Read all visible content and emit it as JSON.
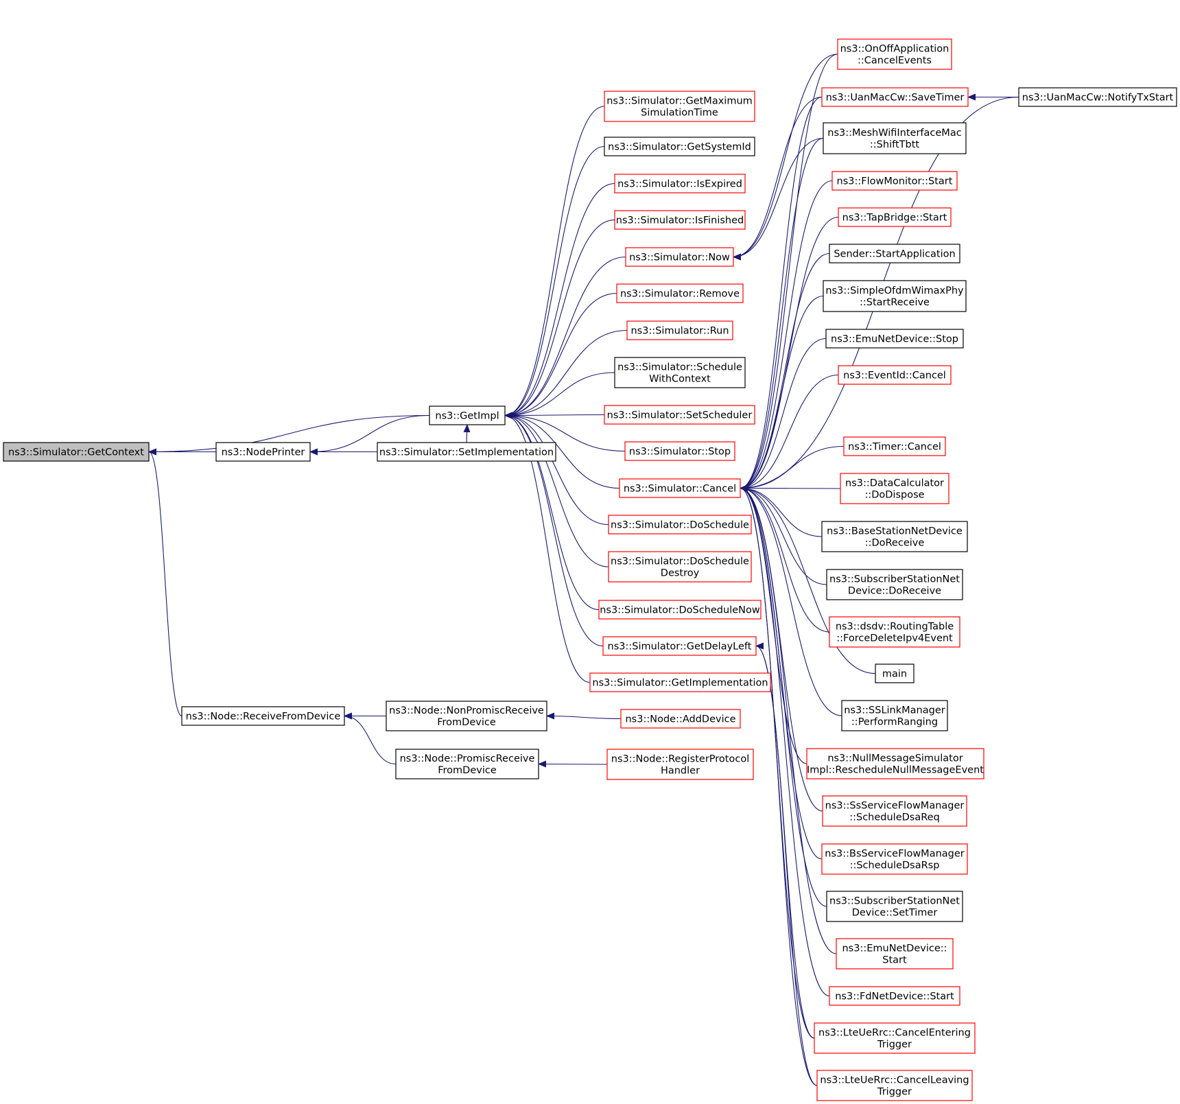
{
  "colors": {
    "edge": "#191970",
    "root_fill": "#bfbfbf",
    "node_fill": "#ffffff",
    "border_black": "#000000",
    "border_red": "#ff0000"
  },
  "nodes": {
    "getcontext": {
      "lines": [
        "ns3::Simulator::GetContext"
      ],
      "border": "black",
      "root": true
    },
    "getimpl": {
      "lines": [
        "ns3::GetImpl"
      ],
      "border": "black"
    },
    "nodeprinter": {
      "lines": [
        "ns3::NodePrinter"
      ],
      "border": "black"
    },
    "receivefromdevice": {
      "lines": [
        "ns3::Node::ReceiveFromDevice"
      ],
      "border": "black"
    },
    "setimplementation": {
      "lines": [
        "ns3::Simulator::SetImplementation"
      ],
      "border": "black"
    },
    "nonpromiscreceive": {
      "lines": [
        "ns3::Node::NonPromiscReceive",
        "FromDevice"
      ],
      "border": "black"
    },
    "promiscreceive": {
      "lines": [
        "ns3::Node::PromiscReceive",
        "FromDevice"
      ],
      "border": "black"
    },
    "getmaximum": {
      "lines": [
        "ns3::Simulator::GetMaximum",
        "SimulationTime"
      ],
      "border": "red"
    },
    "getsystemid": {
      "lines": [
        "ns3::Simulator::GetSystemId"
      ],
      "border": "black"
    },
    "isexpired": {
      "lines": [
        "ns3::Simulator::IsExpired"
      ],
      "border": "red"
    },
    "isfinished": {
      "lines": [
        "ns3::Simulator::IsFinished"
      ],
      "border": "red"
    },
    "now": {
      "lines": [
        "ns3::Simulator::Now"
      ],
      "border": "red"
    },
    "remove": {
      "lines": [
        "ns3::Simulator::Remove"
      ],
      "border": "red"
    },
    "run": {
      "lines": [
        "ns3::Simulator::Run"
      ],
      "border": "red"
    },
    "schedulewithcontext": {
      "lines": [
        "ns3::Simulator::Schedule",
        "WithContext"
      ],
      "border": "black"
    },
    "setscheduler": {
      "lines": [
        "ns3::Simulator::SetScheduler"
      ],
      "border": "red"
    },
    "stop": {
      "lines": [
        "ns3::Simulator::Stop"
      ],
      "border": "red"
    },
    "cancel": {
      "lines": [
        "ns3::Simulator::Cancel"
      ],
      "border": "red"
    },
    "doschedule": {
      "lines": [
        "ns3::Simulator::DoSchedule"
      ],
      "border": "red"
    },
    "doscheduledestroy": {
      "lines": [
        "ns3::Simulator::DoSchedule",
        "Destroy"
      ],
      "border": "red"
    },
    "doschedulenow": {
      "lines": [
        "ns3::Simulator::DoScheduleNow"
      ],
      "border": "red"
    },
    "getdelayleft": {
      "lines": [
        "ns3::Simulator::GetDelayLeft"
      ],
      "border": "red"
    },
    "getimplementation": {
      "lines": [
        "ns3::Simulator::GetImplementation"
      ],
      "border": "red"
    },
    "adddevice": {
      "lines": [
        "ns3::Node::AddDevice"
      ],
      "border": "red"
    },
    "registerprotocol": {
      "lines": [
        "ns3::Node::RegisterProtocol",
        "Handler"
      ],
      "border": "red"
    },
    "onoff": {
      "lines": [
        "ns3::OnOffApplication",
        "::CancelEvents"
      ],
      "border": "red"
    },
    "savetimer": {
      "lines": [
        "ns3::UanMacCw::SaveTimer"
      ],
      "border": "red"
    },
    "notifytxstart": {
      "lines": [
        "ns3::UanMacCw::NotifyTxStart"
      ],
      "border": "black"
    },
    "shifttbtt": {
      "lines": [
        "ns3::MeshWifiInterfaceMac",
        "::ShiftTbtt"
      ],
      "border": "black"
    },
    "flowmonitor": {
      "lines": [
        "ns3::FlowMonitor::Start"
      ],
      "border": "red"
    },
    "tapbridge": {
      "lines": [
        "ns3::TapBridge::Start"
      ],
      "border": "red"
    },
    "sender": {
      "lines": [
        "Sender::StartApplication"
      ],
      "border": "black"
    },
    "simpleofdm": {
      "lines": [
        "ns3::SimpleOfdmWimaxPhy",
        "::StartReceive"
      ],
      "border": "black"
    },
    "emustop": {
      "lines": [
        "ns3::EmuNetDevice::Stop"
      ],
      "border": "black"
    },
    "eventid": {
      "lines": [
        "ns3::EventId::Cancel"
      ],
      "border": "red"
    },
    "timer": {
      "lines": [
        "ns3::Timer::Cancel"
      ],
      "border": "red"
    },
    "datacalc": {
      "lines": [
        "ns3::DataCalculator",
        "::DoDispose"
      ],
      "border": "red"
    },
    "basestation": {
      "lines": [
        "ns3::BaseStationNetDevice",
        "::DoReceive"
      ],
      "border": "black"
    },
    "subscriberrecv": {
      "lines": [
        "ns3::SubscriberStationNet",
        "Device::DoReceive"
      ],
      "border": "black"
    },
    "dsdv": {
      "lines": [
        "ns3::dsdv::RoutingTable",
        "::ForceDeleteIpv4Event"
      ],
      "border": "red"
    },
    "main": {
      "lines": [
        "main"
      ],
      "border": "black"
    },
    "sslink": {
      "lines": [
        "ns3::SSLinkManager",
        "::PerformRanging"
      ],
      "border": "black"
    },
    "nullmsg": {
      "lines": [
        "ns3::NullMessageSimulator",
        "Impl::RescheduleNullMessageEvent"
      ],
      "border": "red"
    },
    "ssservice": {
      "lines": [
        "ns3::SsServiceFlowManager",
        "::ScheduleDsaReq"
      ],
      "border": "red"
    },
    "bsservice": {
      "lines": [
        "ns3::BsServiceFlowManager",
        "::ScheduleDsaRsp"
      ],
      "border": "red"
    },
    "subscribertimer": {
      "lines": [
        "ns3::SubscriberStationNet",
        "Device::SetTimer"
      ],
      "border": "black"
    },
    "emustart": {
      "lines": [
        "ns3::EmuNetDevice::",
        "Start"
      ],
      "border": "red"
    },
    "fdstart": {
      "lines": [
        "ns3::FdNetDevice::Start"
      ],
      "border": "red"
    },
    "lteentering": {
      "lines": [
        "ns3::LteUeRrc::CancelEntering",
        "Trigger"
      ],
      "border": "red"
    },
    "lteleaving": {
      "lines": [
        "ns3::LteUeRrc::CancelLeaving",
        "Trigger"
      ],
      "border": "red"
    }
  },
  "edges": [
    [
      "getcontext",
      "getimpl"
    ],
    [
      "getcontext",
      "nodeprinter"
    ],
    [
      "getcontext",
      "receivefromdevice"
    ],
    [
      "nodeprinter",
      "getimpl"
    ],
    [
      "nodeprinter",
      "setimplementation"
    ],
    [
      "getimpl",
      "getmaximum"
    ],
    [
      "getimpl",
      "getsystemid"
    ],
    [
      "getimpl",
      "isexpired"
    ],
    [
      "getimpl",
      "isfinished"
    ],
    [
      "getimpl",
      "now"
    ],
    [
      "getimpl",
      "remove"
    ],
    [
      "getimpl",
      "run"
    ],
    [
      "getimpl",
      "schedulewithcontext"
    ],
    [
      "getimpl",
      "setscheduler"
    ],
    [
      "getimpl",
      "stop"
    ],
    [
      "getimpl",
      "cancel"
    ],
    [
      "getimpl",
      "doschedule"
    ],
    [
      "getimpl",
      "doscheduledestroy"
    ],
    [
      "getimpl",
      "doschedulenow"
    ],
    [
      "getimpl",
      "getdelayleft"
    ],
    [
      "getimpl",
      "getimplementation"
    ],
    [
      "getimpl",
      "setimplementation"
    ],
    [
      "receivefromdevice",
      "nonpromiscreceive"
    ],
    [
      "receivefromdevice",
      "promiscreceive"
    ],
    [
      "nonpromiscreceive",
      "adddevice"
    ],
    [
      "promiscreceive",
      "registerprotocol"
    ],
    [
      "now",
      "onoff"
    ],
    [
      "now",
      "savetimer"
    ],
    [
      "now",
      "shifttbtt"
    ],
    [
      "savetimer",
      "notifytxstart"
    ],
    [
      "cancel",
      "onoff"
    ],
    [
      "cancel",
      "savetimer"
    ],
    [
      "cancel",
      "notifytxstart"
    ],
    [
      "cancel",
      "shifttbtt"
    ],
    [
      "cancel",
      "flowmonitor"
    ],
    [
      "cancel",
      "tapbridge"
    ],
    [
      "cancel",
      "sender"
    ],
    [
      "cancel",
      "simpleofdm"
    ],
    [
      "cancel",
      "emustop"
    ],
    [
      "cancel",
      "eventid"
    ],
    [
      "cancel",
      "timer"
    ],
    [
      "cancel",
      "datacalc"
    ],
    [
      "cancel",
      "basestation"
    ],
    [
      "cancel",
      "subscriberrecv"
    ],
    [
      "cancel",
      "dsdv"
    ],
    [
      "cancel",
      "main"
    ],
    [
      "cancel",
      "sslink"
    ],
    [
      "cancel",
      "nullmsg"
    ],
    [
      "cancel",
      "ssservice"
    ],
    [
      "cancel",
      "bsservice"
    ],
    [
      "cancel",
      "subscribertimer"
    ],
    [
      "cancel",
      "emustart"
    ],
    [
      "cancel",
      "fdstart"
    ],
    [
      "cancel",
      "lteentering"
    ],
    [
      "cancel",
      "lteleaving"
    ],
    [
      "getdelayleft",
      "lteentering"
    ],
    [
      "getdelayleft",
      "lteleaving"
    ]
  ]
}
